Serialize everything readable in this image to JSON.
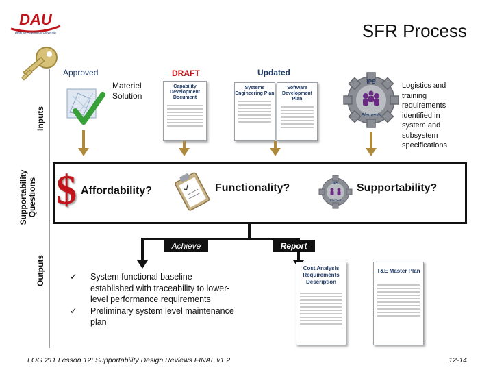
{
  "slide": {
    "logo_text": "DAU",
    "logo_subtext": "Defense Acquisition University",
    "title": "SFR Process",
    "footer_left": "LOG 211 Lesson 12: Supportability Design Reviews FINAL v1.2",
    "footer_right": "12-14"
  },
  "labels": {
    "inputs": "Inputs",
    "questions_line1": "Supportability",
    "questions_line2": "Questions",
    "outputs": "Outputs"
  },
  "inputs": {
    "approved": "Approved",
    "materiel_solution_1": "Materiel",
    "materiel_solution_2": "Solution",
    "draft": "DRAFT",
    "updated": "Updated",
    "docs": [
      {
        "title": "Capability Development Document"
      },
      {
        "title": "Systems Engineering Plan"
      },
      {
        "title": "Software Development Plan"
      }
    ],
    "ips_label": "IPS",
    "ips_elements": "Elements",
    "logistics_text": "Logistics and training requirements identified in system and subsystem specifications"
  },
  "questions": {
    "affordability": "Affordability?",
    "functionality": "Functionality?",
    "supportability": "Supportability?",
    "dollar": "$",
    "ips_small": "IPS",
    "ips_small_elements": "Element"
  },
  "outputs": {
    "achieve": "Achieve",
    "report": "Report",
    "check_mark": "✓",
    "bullets": [
      "System functional baseline established with traceability to lower-level performance requirements",
      "Preliminary system level maintenance plan"
    ],
    "docs": [
      {
        "title": "Cost Analysis Requirements Description"
      },
      {
        "title": "T&E Master Plan"
      }
    ]
  },
  "colors": {
    "arrow": "#b08a3c",
    "accent_red": "#c0141a",
    "navy": "#1f3a66"
  }
}
